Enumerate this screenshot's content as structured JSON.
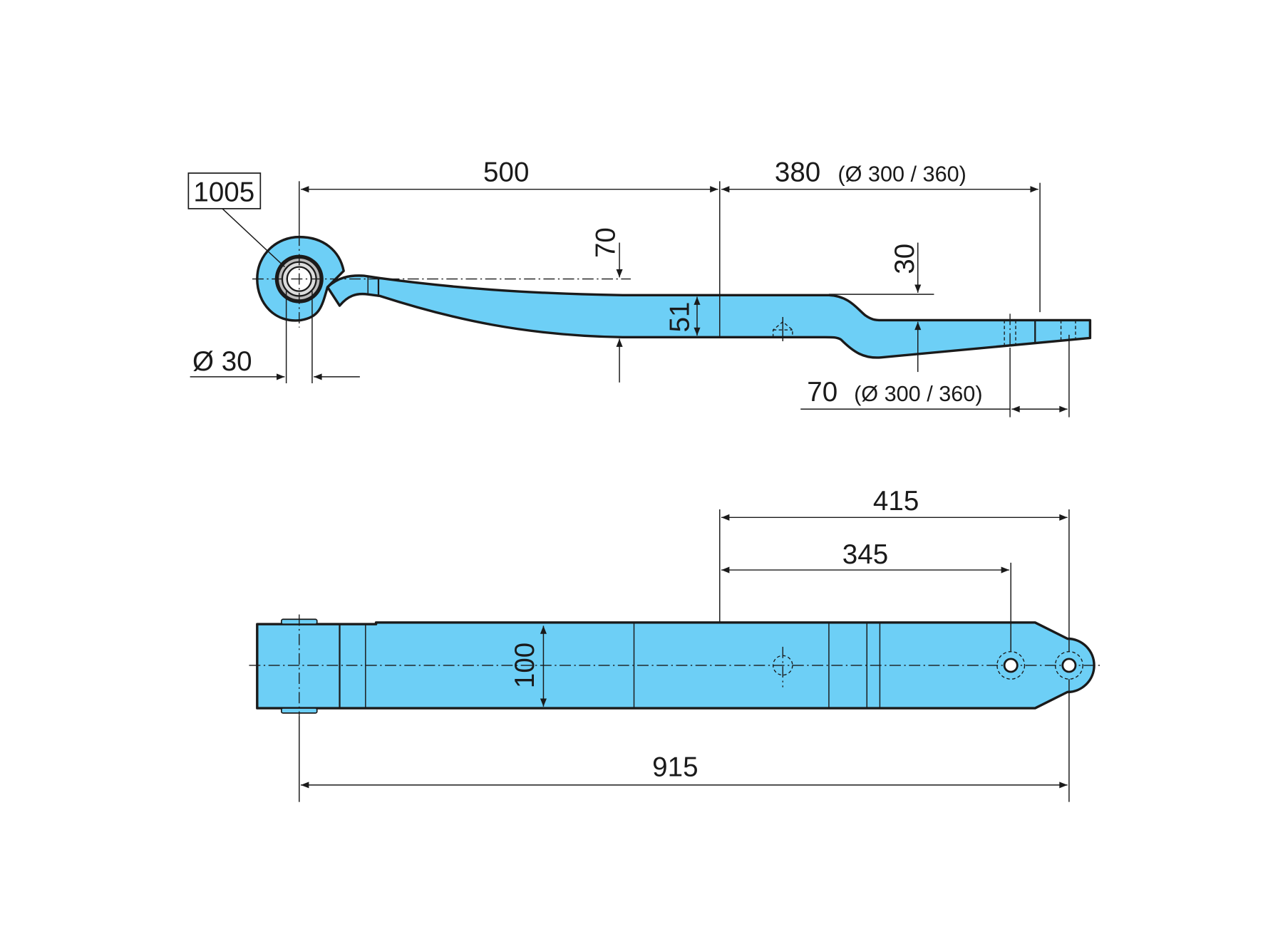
{
  "part_number": "1005",
  "side_view": {
    "eye_diameter": "Ø 30",
    "length_to_center": "500",
    "rear_length": "380",
    "rear_length_note": "(Ø 300 / 360)",
    "thickness_offset": "70",
    "thickness": "51",
    "step": "30",
    "end_length": "70",
    "end_length_note": "(Ø 300 / 360)"
  },
  "top_view": {
    "width": "100",
    "dim_415": "415",
    "dim_345": "345",
    "overall_length": "915"
  },
  "colors": {
    "part_fill": "#6dcff6",
    "line": "#1a1a1a"
  }
}
